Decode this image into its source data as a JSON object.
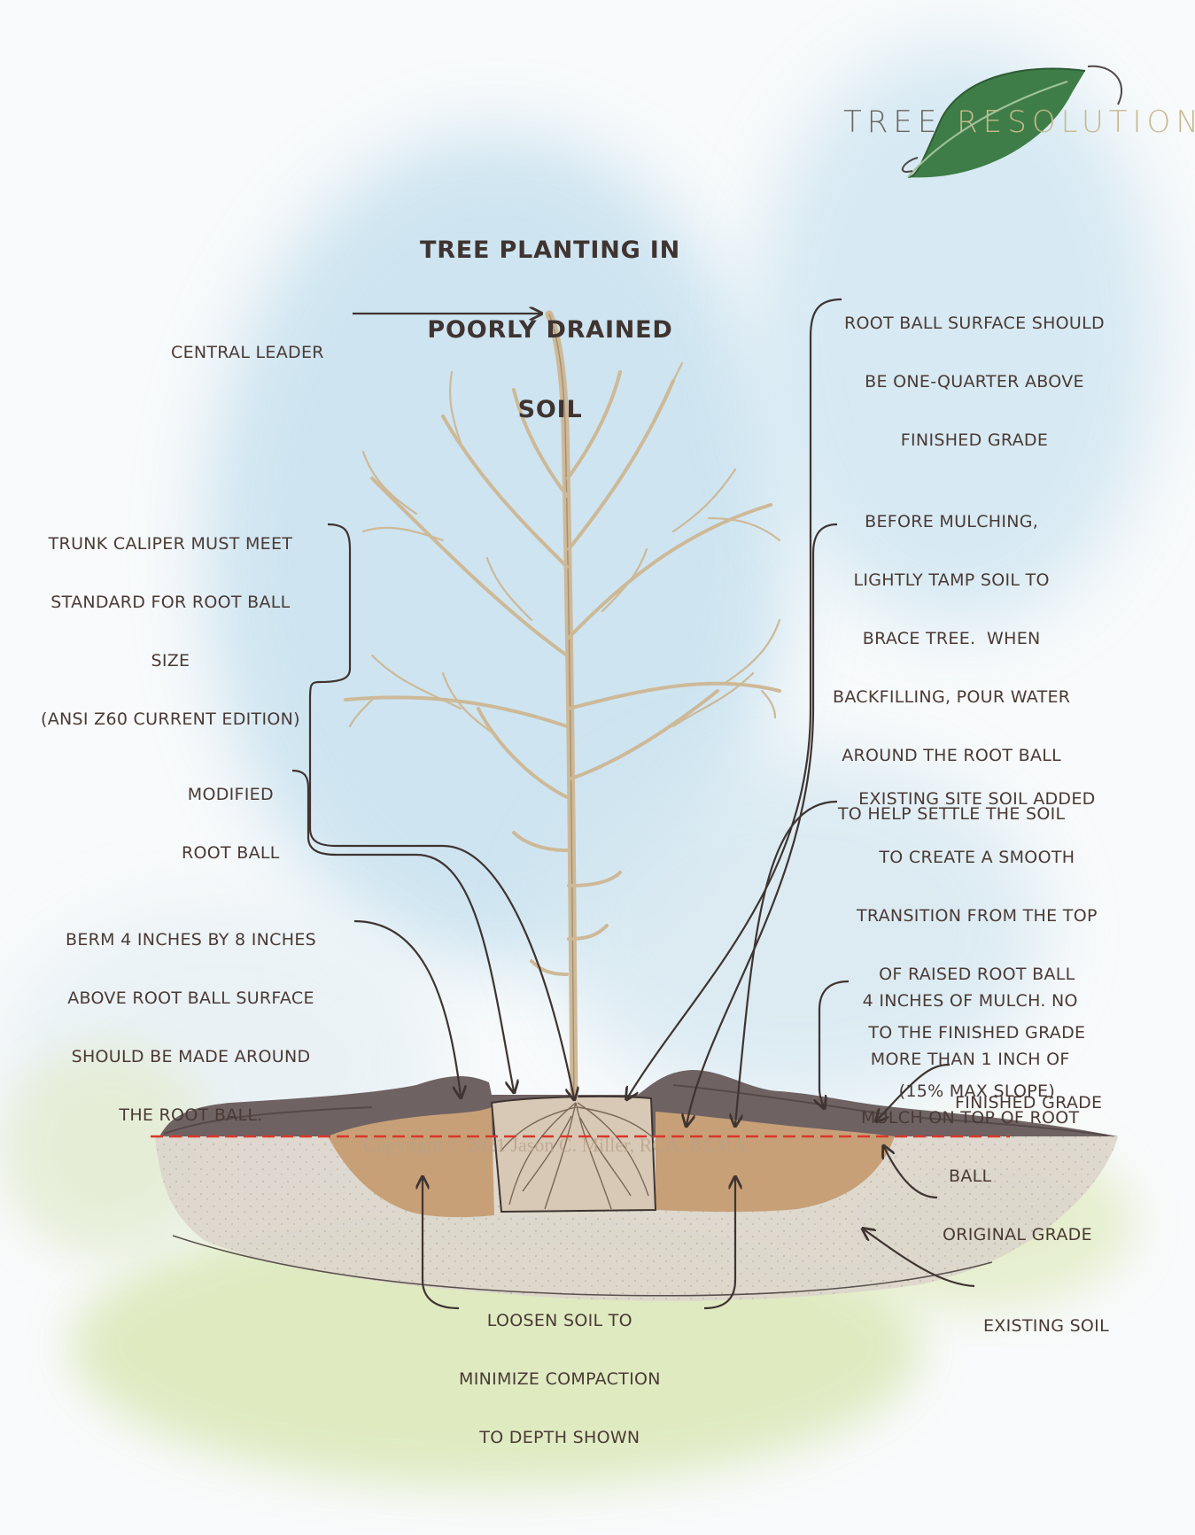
{
  "brand": {
    "word1": "TREE ",
    "word2": "RESOLUTIONS"
  },
  "title": [
    "TREE PLANTING IN",
    "POORLY DRAINED",
    "SOIL"
  ],
  "labels": {
    "central_leader": [
      "CENTRAL LEADER"
    ],
    "trunk_caliper": [
      "TRUNK CALIPER MUST MEET",
      "STANDARD FOR ROOT BALL",
      "SIZE",
      "(ANSI Z60 CURRENT EDITION)"
    ],
    "modified_root_ball": [
      "MODIFIED",
      "ROOT BALL"
    ],
    "berm": [
      "BERM 4 INCHES BY 8 INCHES",
      "ABOVE ROOT BALL SURFACE",
      "SHOULD BE MADE AROUND",
      "THE ROOT BALL."
    ],
    "root_ball_surface": [
      "ROOT BALL SURFACE SHOULD",
      "BE ONE-QUARTER ABOVE",
      "FINISHED GRADE"
    ],
    "before_mulching": [
      "BEFORE MULCHING,",
      "LIGHTLY TAMP SOIL TO",
      "BRACE TREE.  WHEN",
      "BACKFILLING, POUR WATER",
      "AROUND THE ROOT BALL",
      "TO HELP SETTLE THE SOIL"
    ],
    "existing_site_soil": [
      "EXISTING SITE SOIL ADDED",
      "TO CREATE A SMOOTH",
      "TRANSITION FROM THE TOP",
      "OF RAISED ROOT BALL",
      "TO THE FINISHED GRADE",
      "(15% MAX SLOPE)"
    ],
    "mulch": [
      "4 INCHES OF MULCH. NO",
      "MORE THAN 1 INCH OF",
      "MULCH ON TOP OF ROOT",
      "BALL"
    ],
    "finished_grade": [
      "FINISHED GRADE"
    ],
    "original_grade": [
      "ORIGINAL GRADE"
    ],
    "existing_soil": [
      "EXISTING SOIL"
    ],
    "loosen_soil": [
      "LOOSEN SOIL TO",
      "MINIMIZE COMPACTION",
      "TO DEPTH SHOWN"
    ]
  },
  "watermark": "Copyright © 2021 Jason C. Miller, RCA, BCMA",
  "colors": {
    "ink": "#4a3a35",
    "grade_line": "#d9362b",
    "mulch": "#6a5a5a",
    "backfill": "#c9a277",
    "existing_soil": "#d9d3c9",
    "tree": "#d8c7a6",
    "leaf": "#3e7d47"
  }
}
